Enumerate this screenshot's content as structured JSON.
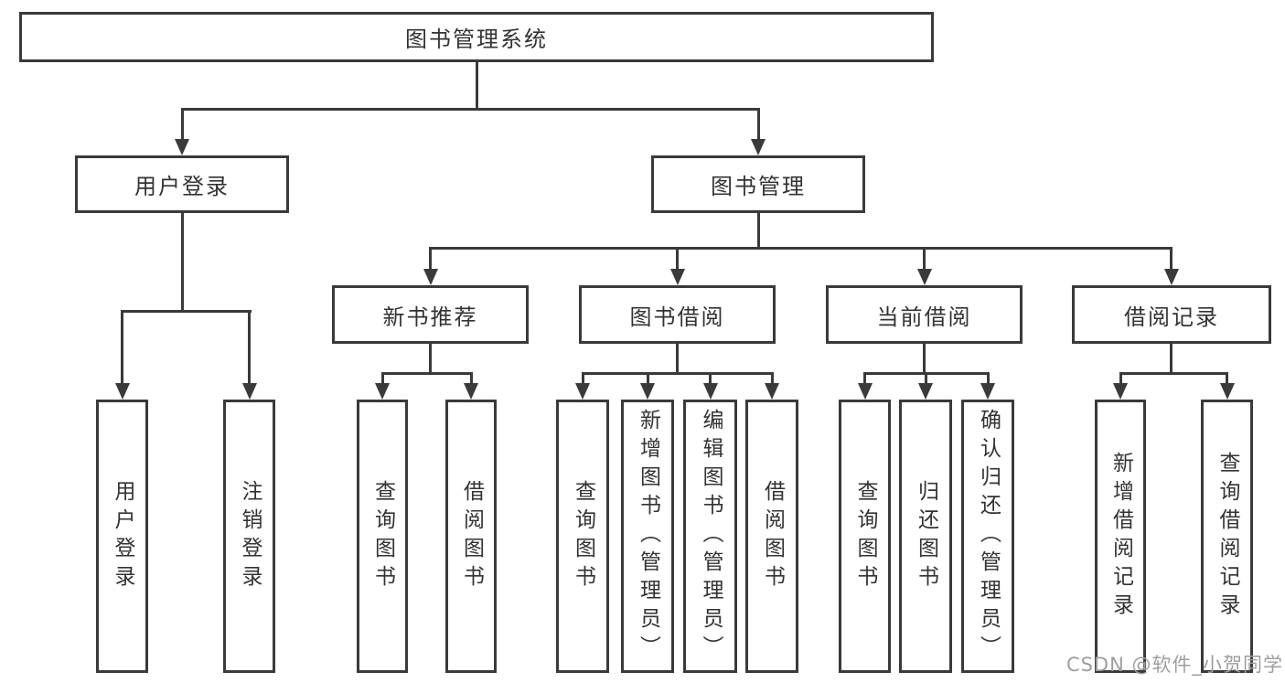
{
  "diagram": {
    "type": "tree",
    "root": {
      "label": "图书管理系统",
      "children": [
        {
          "label": "用户登录",
          "children": [
            {
              "label": "用户登录"
            },
            {
              "label": "注销登录"
            }
          ]
        },
        {
          "label": "图书管理",
          "children": [
            {
              "label": "新书推荐",
              "children": [
                {
                  "label": "查询图书"
                },
                {
                  "label": "借阅图书"
                }
              ]
            },
            {
              "label": "图书借阅",
              "children": [
                {
                  "label": "查询图书"
                },
                {
                  "label": "新增图书（管理员）"
                },
                {
                  "label": "编辑图书（管理员）"
                },
                {
                  "label": "借阅图书"
                }
              ]
            },
            {
              "label": "当前借阅",
              "children": [
                {
                  "label": "查询图书"
                },
                {
                  "label": "归还图书"
                },
                {
                  "label": "确认归还（管理员）"
                }
              ]
            },
            {
              "label": "借阅记录",
              "children": [
                {
                  "label": "新增借阅记录"
                },
                {
                  "label": "查询借阅记录"
                }
              ]
            }
          ]
        }
      ]
    }
  },
  "watermark": {
    "text": "CSDN @软件_小贺同学"
  },
  "colors": {
    "line": "#3a3a3a",
    "text": "#333333",
    "watermark": "#9e9e9e",
    "background": "#ffffff"
  }
}
